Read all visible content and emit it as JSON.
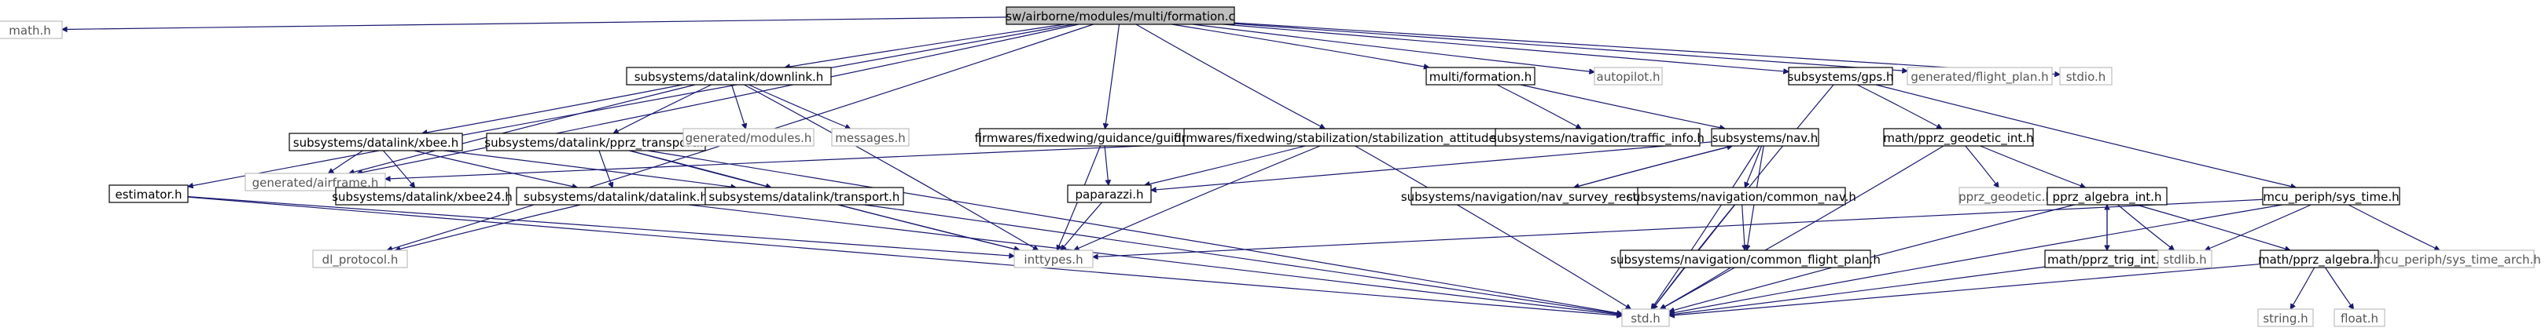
{
  "diagram": {
    "type": "include-dependency-graph",
    "nodes": [
      {
        "id": "root",
        "label": "sw/airborne/modules/multi/formation.c",
        "style": "root"
      },
      {
        "id": "math_h",
        "label": "math.h",
        "style": "ghost"
      },
      {
        "id": "airframe",
        "label": "generated/airframe.h",
        "style": "ghost"
      },
      {
        "id": "estimator",
        "label": "estimator.h",
        "style": "solid"
      },
      {
        "id": "dl_protocol",
        "label": "dl_protocol.h",
        "style": "ghost"
      },
      {
        "id": "downlink",
        "label": "subsystems/datalink/downlink.h",
        "style": "solid"
      },
      {
        "id": "xbee",
        "label": "subsystems/datalink/xbee.h",
        "style": "solid"
      },
      {
        "id": "xbee24",
        "label": "subsystems/datalink/xbee24.h",
        "style": "solid"
      },
      {
        "id": "pprz_transport",
        "label": "subsystems/datalink/pprz_transport.h",
        "style": "solid"
      },
      {
        "id": "datalink",
        "label": "subsystems/datalink/datalink.h",
        "style": "solid"
      },
      {
        "id": "transport",
        "label": "subsystems/datalink/transport.h",
        "style": "solid"
      },
      {
        "id": "gen_modules",
        "label": "generated/modules.h",
        "style": "ghost"
      },
      {
        "id": "messages",
        "label": "messages.h",
        "style": "ghost"
      },
      {
        "id": "guidance_v",
        "label": "firmwares/fixedwing/guidance/guidance_v.h",
        "style": "solid"
      },
      {
        "id": "stab_att",
        "label": "firmwares/fixedwing/stabilization/stabilization_attitude.h",
        "style": "solid"
      },
      {
        "id": "paparazzi",
        "label": "paparazzi.h",
        "style": "solid"
      },
      {
        "id": "inttypes",
        "label": "inttypes.h",
        "style": "ghost"
      },
      {
        "id": "multi_formation_h",
        "label": "multi/formation.h",
        "style": "solid"
      },
      {
        "id": "traffic_info",
        "label": "subsystems/navigation/traffic_info.h",
        "style": "solid"
      },
      {
        "id": "nav",
        "label": "subsystems/nav.h",
        "style": "solid"
      },
      {
        "id": "nav_survey",
        "label": "subsystems/navigation/nav_survey_rectangle.h",
        "style": "solid"
      },
      {
        "id": "common_nav",
        "label": "subsystems/navigation/common_nav.h",
        "style": "solid"
      },
      {
        "id": "common_fp",
        "label": "subsystems/navigation/common_flight_plan.h",
        "style": "solid"
      },
      {
        "id": "autopilot",
        "label": "autopilot.h",
        "style": "ghost"
      },
      {
        "id": "gps",
        "label": "subsystems/gps.h",
        "style": "solid"
      },
      {
        "id": "flight_plan",
        "label": "generated/flight_plan.h",
        "style": "ghost"
      },
      {
        "id": "stdio",
        "label": "stdio.h",
        "style": "ghost"
      },
      {
        "id": "std",
        "label": "std.h",
        "style": "ghost"
      },
      {
        "id": "geodetic_int",
        "label": "math/pprz_geodetic_int.h",
        "style": "solid"
      },
      {
        "id": "pprz_geodetic",
        "label": "pprz_geodetic.h",
        "style": "ghost"
      },
      {
        "id": "algebra_int",
        "label": "pprz_algebra_int.h",
        "style": "solid"
      },
      {
        "id": "trig_int",
        "label": "math/pprz_trig_int.h",
        "style": "solid"
      },
      {
        "id": "stdlib",
        "label": "stdlib.h",
        "style": "ghost"
      },
      {
        "id": "pprz_algebra",
        "label": "math/pprz_algebra.h",
        "style": "solid"
      },
      {
        "id": "string_h",
        "label": "string.h",
        "style": "ghost"
      },
      {
        "id": "float_h",
        "label": "float.h",
        "style": "ghost"
      },
      {
        "id": "sys_time",
        "label": "mcu_periph/sys_time.h",
        "style": "solid"
      },
      {
        "id": "sys_time_arch",
        "label": "mcu_periph/sys_time_arch.h",
        "style": "ghost"
      }
    ],
    "edges": [
      [
        "root",
        "math_h"
      ],
      [
        "root",
        "airframe"
      ],
      [
        "root",
        "estimator"
      ],
      [
        "root",
        "dl_protocol"
      ],
      [
        "root",
        "downlink"
      ],
      [
        "root",
        "guidance_v"
      ],
      [
        "root",
        "stab_att"
      ],
      [
        "root",
        "multi_formation_h"
      ],
      [
        "root",
        "autopilot"
      ],
      [
        "root",
        "gps"
      ],
      [
        "root",
        "flight_plan"
      ],
      [
        "root",
        "stdio"
      ],
      [
        "downlink",
        "airframe"
      ],
      [
        "downlink",
        "xbee"
      ],
      [
        "downlink",
        "pprz_transport"
      ],
      [
        "downlink",
        "gen_modules"
      ],
      [
        "downlink",
        "messages"
      ],
      [
        "downlink",
        "inttypes"
      ],
      [
        "xbee",
        "airframe"
      ],
      [
        "xbee",
        "xbee24"
      ],
      [
        "xbee",
        "datalink"
      ],
      [
        "xbee",
        "transport"
      ],
      [
        "pprz_transport",
        "datalink"
      ],
      [
        "pprz_transport",
        "transport"
      ],
      [
        "pprz_transport",
        "inttypes"
      ],
      [
        "pprz_transport",
        "std"
      ],
      [
        "datalink",
        "dl_protocol"
      ],
      [
        "datalink",
        "std"
      ],
      [
        "transport",
        "inttypes"
      ],
      [
        "transport",
        "std"
      ],
      [
        "estimator",
        "inttypes"
      ],
      [
        "estimator",
        "std"
      ],
      [
        "guidance_v",
        "paparazzi"
      ],
      [
        "guidance_v",
        "inttypes"
      ],
      [
        "stab_att",
        "airframe"
      ],
      [
        "stab_att",
        "paparazzi"
      ],
      [
        "stab_att",
        "inttypes"
      ],
      [
        "stab_att",
        "std"
      ],
      [
        "paparazzi",
        "inttypes"
      ],
      [
        "multi_formation_h",
        "traffic_info"
      ],
      [
        "multi_formation_h",
        "nav"
      ],
      [
        "nav",
        "paparazzi"
      ],
      [
        "nav",
        "nav_survey"
      ],
      [
        "nav",
        "common_nav"
      ],
      [
        "nav",
        "common_fp"
      ],
      [
        "nav",
        "std"
      ],
      [
        "nav_survey",
        "nav"
      ],
      [
        "common_nav",
        "common_fp"
      ],
      [
        "common_nav",
        "std"
      ],
      [
        "common_fp",
        "std"
      ],
      [
        "gps",
        "std"
      ],
      [
        "gps",
        "geodetic_int"
      ],
      [
        "gps",
        "sys_time"
      ],
      [
        "geodetic_int",
        "pprz_geodetic"
      ],
      [
        "geodetic_int",
        "algebra_int"
      ],
      [
        "geodetic_int",
        "std"
      ],
      [
        "algebra_int",
        "std"
      ],
      [
        "algebra_int",
        "trig_int"
      ],
      [
        "algebra_int",
        "stdlib"
      ],
      [
        "algebra_int",
        "pprz_algebra"
      ],
      [
        "trig_int",
        "algebra_int"
      ],
      [
        "trig_int",
        "std"
      ],
      [
        "pprz_algebra",
        "std"
      ],
      [
        "pprz_algebra",
        "string_h"
      ],
      [
        "pprz_algebra",
        "float_h"
      ],
      [
        "sys_time",
        "inttypes"
      ],
      [
        "sys_time",
        "std"
      ],
      [
        "sys_time",
        "stdlib"
      ],
      [
        "sys_time",
        "sys_time_arch"
      ]
    ]
  }
}
